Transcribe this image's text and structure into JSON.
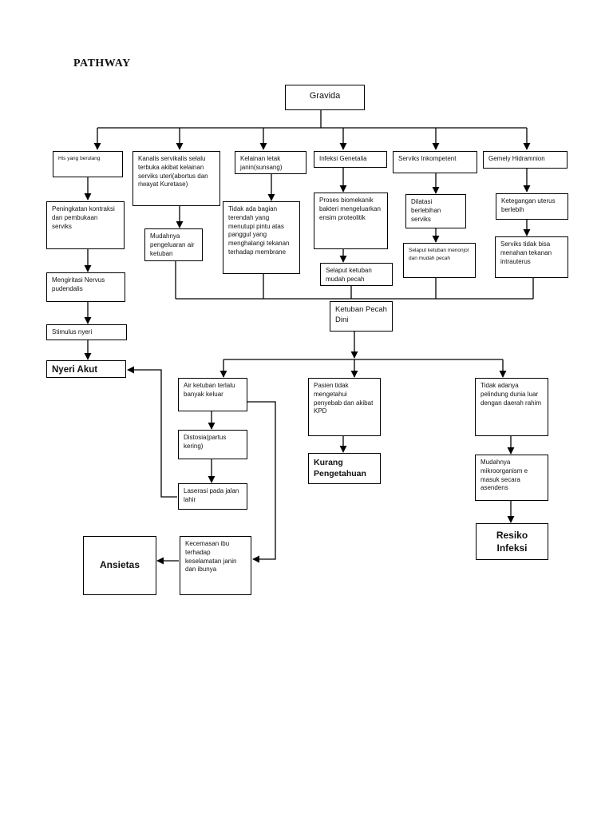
{
  "title": "PATHWAY",
  "colors": {
    "line": "#000000",
    "box_border": "#000000",
    "background": "#ffffff"
  },
  "nodes": {
    "gravida": "Gravida",
    "his": "His yang berulang",
    "kanalis": "Kanalis servikalis selalu terbuka akibat kelainan serviks uteri(abortus dan riwayat Kuretase)",
    "kelainan_letak": "Kelainan letak janin(sunsang)",
    "infeksi_genetalia": "Infeksi Genetalia",
    "serviks_inkompetent": "Serviks Inkompetent",
    "gemely": "Gemely Hidramnion",
    "peningkatan": "Peningkatan kontraksi dan pembukaan serviks",
    "mengiritasi": "Mengiritasi Nervus pudendalis",
    "stimulus": "Stimulus nyeri",
    "nyeri_akut": "Nyeri Akut",
    "mudahnya_pengeluaran": "Mudahnya pengeluaran air ketuban",
    "tidak_ada_bagian": "Tidak ada bagian terendah yang menutupi pintu atas panggul yang menghalangi tekanan terhadap membrane",
    "proses_biomekanik": "Proses biomekanik bakteri mengeluarkan ensim proteolitik",
    "selaput_mudah_pecah": "Selaput ketuban mudah pecah",
    "dilatasi": "Dilatasi berlebihan serviks",
    "selaput_menonjol": "Selaput ketuban menonjol dan mudah pecah",
    "ketegangan": "Ketegangan uterus berlebih",
    "serviks_tidak_bisa": "Serviks tidak bisa menahan tekanan intrauterus",
    "kpd": "Ketuban Pecah Dini",
    "air_ketuban_banyak": "Air ketuban terlalu banyak keluar",
    "distosia": "Distosia(partus kering)",
    "laserasi": "Laserasi pada jalan lahir",
    "kecemasan": "Kecemasan ibu terhadap keselamatan janin dan ibunya",
    "ansietas": "Ansietas",
    "pasien_tidak_tahu": "Pasien tidak mengetahui penyebab dan akibat KPD",
    "kurang_pengetahuan": "Kurang Pengetahuan",
    "tidak_pelindung": "Tidak adanya pelindung dunia luar dengan daerah rahim",
    "mikroorganisme": "Mudahnya mikroorganism e masuk secara asendens",
    "resiko_infeksi": "Resiko Infeksi"
  }
}
